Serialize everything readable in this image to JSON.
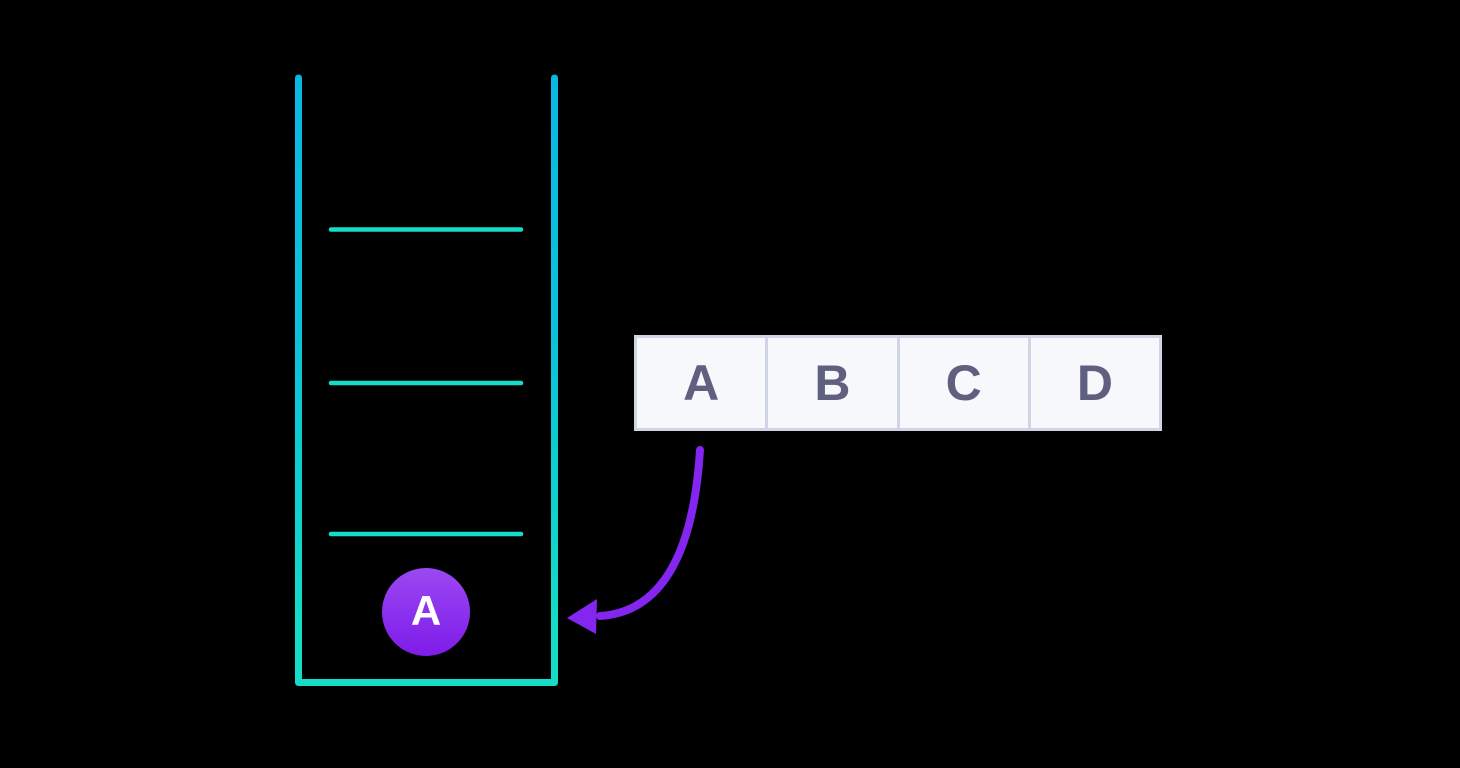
{
  "diagram": {
    "stack": {
      "item_label": "A",
      "divider_count": 3,
      "slot_count": 4
    },
    "array": {
      "cells": [
        "A",
        "B",
        "C",
        "D"
      ]
    },
    "arrow": {
      "description": "curved arrow from array cell A into bottom slot of stack"
    },
    "colors": {
      "background": "#000000",
      "container_stroke_top": "#0ab7e4",
      "container_stroke_mid": "#0cc3d9",
      "container_stroke_bottom": "#14dcc6",
      "slot_divider": "#14dcc6",
      "item_gradient_top": "#9b48f2",
      "item_gradient_bottom": "#7e1ce9",
      "item_text": "#ffffff",
      "arrow": "#8425f0",
      "cell_background": "#f7f8fc",
      "cell_border": "#cfd5e4",
      "cell_text": "#5f6080"
    }
  }
}
